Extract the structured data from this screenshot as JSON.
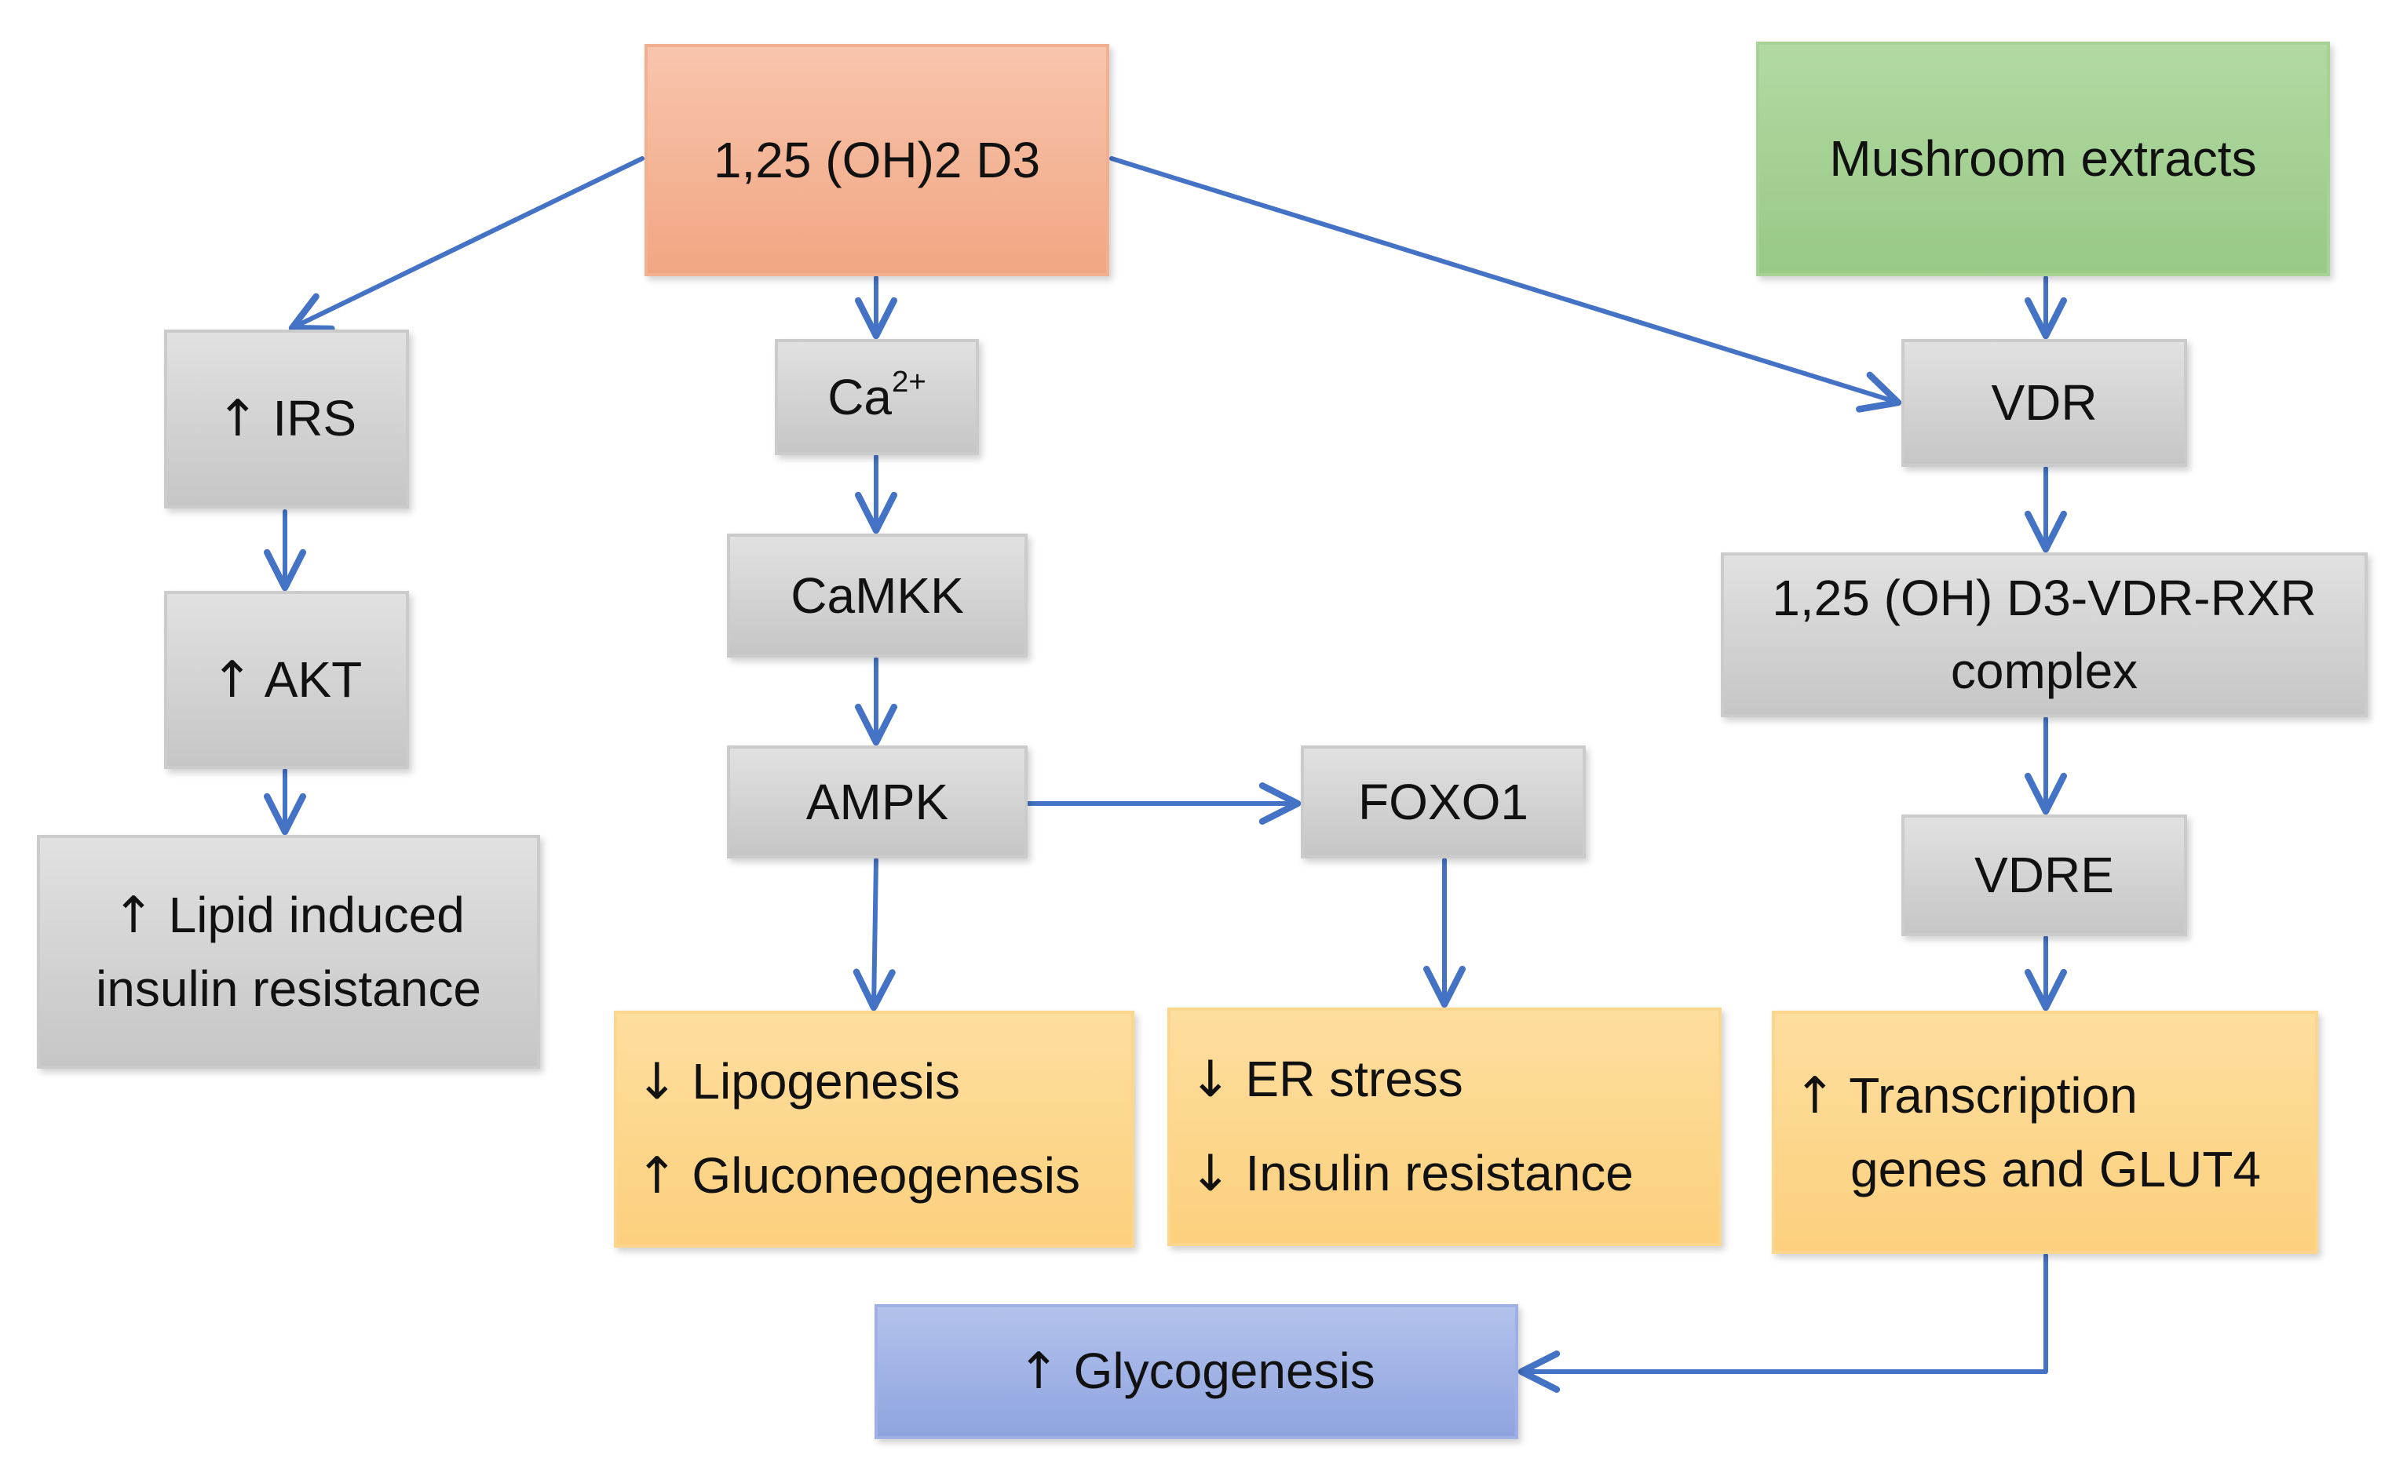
{
  "nodes": {
    "d3": {
      "text": "1,25 (OH)2 D3"
    },
    "mushroom": {
      "text": "Mushroom extracts"
    },
    "irs": {
      "arrow": "↑",
      "text": " IRS"
    },
    "akt": {
      "arrow": "↑",
      "text": " AKT"
    },
    "lipid": {
      "arrow": "↑",
      "line1": " Lipid induced",
      "line2": "insulin resistance"
    },
    "ca": {
      "text": "Ca",
      "sup": "2+"
    },
    "camkk": {
      "text": "CaMKK"
    },
    "ampk": {
      "text": "AMPK"
    },
    "foxo1": {
      "text": "FOXO1"
    },
    "lipogenesis": {
      "line1_arrow": "↓",
      "line1": " Lipogenesis",
      "line2_arrow": "↑",
      "line2": " Gluconeogenesis"
    },
    "er": {
      "line1_arrow": "↓",
      "line1": " ER stress",
      "line2_arrow": "↓",
      "line2": " Insulin resistance"
    },
    "vdr": {
      "text": "VDR"
    },
    "complex": {
      "line1": "1,25 (OH) D3-VDR-RXR",
      "line2": "complex"
    },
    "vdre": {
      "text": "VDRE"
    },
    "transcription": {
      "arrow": "↑",
      "line1": " Transcription",
      "line2": "genes and GLUT4"
    },
    "glycogenesis": {
      "arrow": "↑",
      "text": " Glycogenesis"
    }
  },
  "colors": {
    "arrow": "#4472c4",
    "grey": "#d0d0d0",
    "salmon": "#f4b08e",
    "green": "#a6d294",
    "yellow": "#fdd68a",
    "blue": "#9fb1e4"
  }
}
